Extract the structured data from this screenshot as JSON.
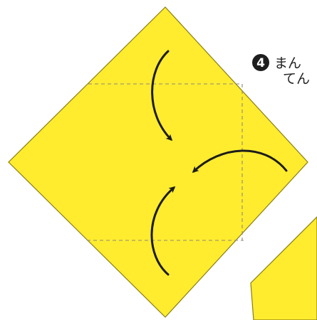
{
  "step": {
    "number": "4",
    "line1": "まん",
    "line2": "てん"
  },
  "colors": {
    "paper": "#ffec2e",
    "paper_edge": "#8a7d12",
    "fold_line": "#8e8a78",
    "arrow": "#1c1c1c",
    "badge": "#1e1e1e",
    "badge_text": "#ffffff",
    "text": "#222222",
    "background": "#ffffff"
  },
  "icons": {
    "arrow_top": "curved-arrow-down-icon",
    "arrow_right": "curved-arrow-left-icon",
    "arrow_bottom": "curved-arrow-up-icon"
  }
}
